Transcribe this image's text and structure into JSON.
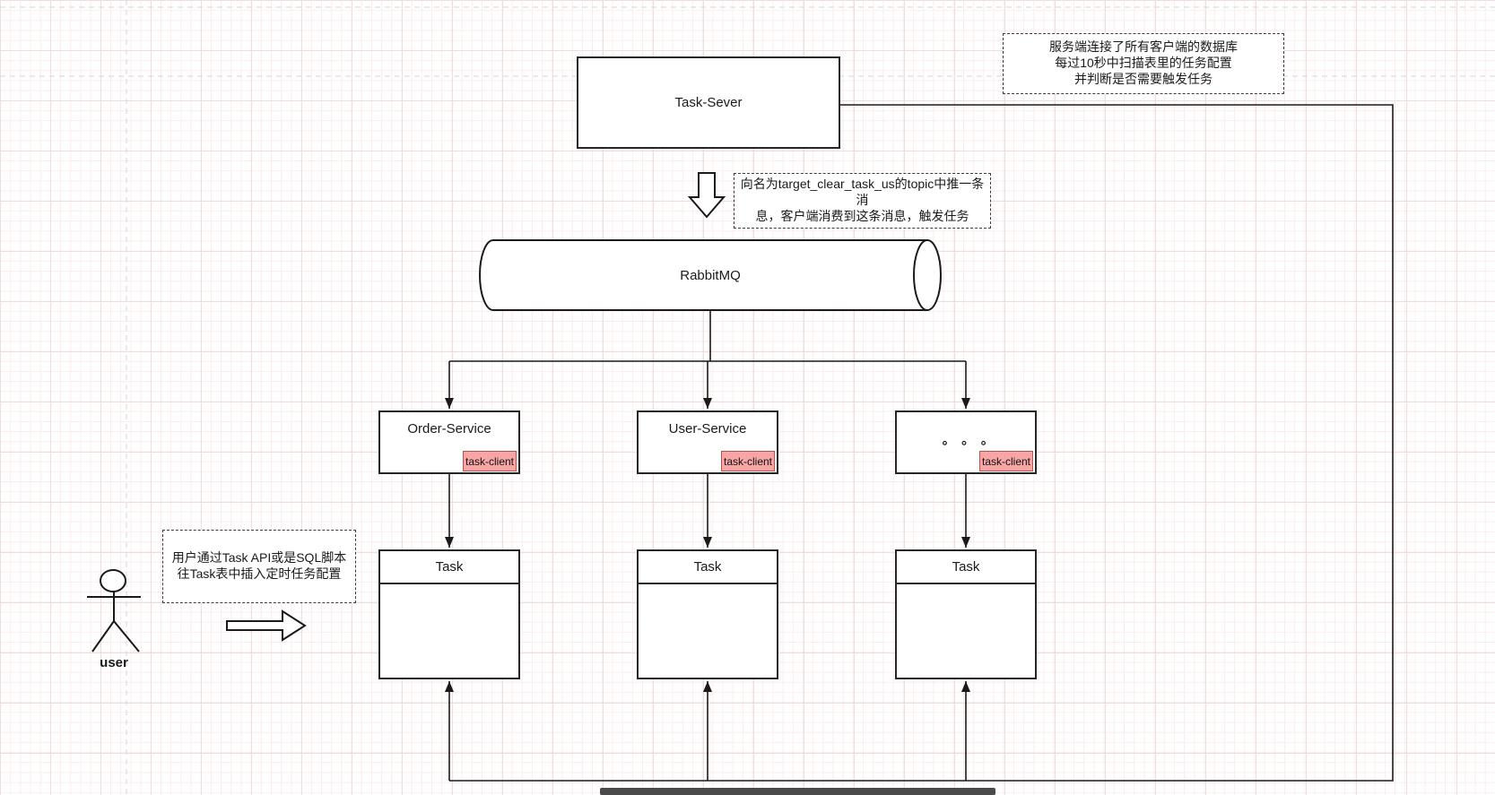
{
  "colors": {
    "line": "#1a1a1a",
    "badge_bg": "#f8a5a5",
    "badge_border": "#b85450",
    "grid_minor": "#fbecec",
    "grid_major": "#f2dcdc"
  },
  "server_box": {
    "label": "Task-Sever"
  },
  "queue": {
    "label": "RabbitMQ"
  },
  "services": [
    {
      "label": "Order-Service",
      "badge": "task-client"
    },
    {
      "label": "User-Service",
      "badge": "task-client"
    },
    {
      "label": "∘ ∘ ∘",
      "badge": "task-client"
    }
  ],
  "tasks": [
    {
      "label": "Task"
    },
    {
      "label": "Task"
    },
    {
      "label": "Task"
    }
  ],
  "notes": {
    "server_note": {
      "line1": "服务端连接了所有客户端的数据库",
      "line2": "每过10秒中扫描表里的任务配置",
      "line3": "并判断是否需要触发任务"
    },
    "topic_note": {
      "line1": "向名为target_clear_task_us的topic中推一条消",
      "line2": "息，客户端消费到这条消息，触发任务"
    },
    "user_note": {
      "line1": "用户通过Task API或是SQL脚本",
      "line2": "往Task表中插入定时任务配置"
    }
  },
  "actor": {
    "label": "user"
  }
}
